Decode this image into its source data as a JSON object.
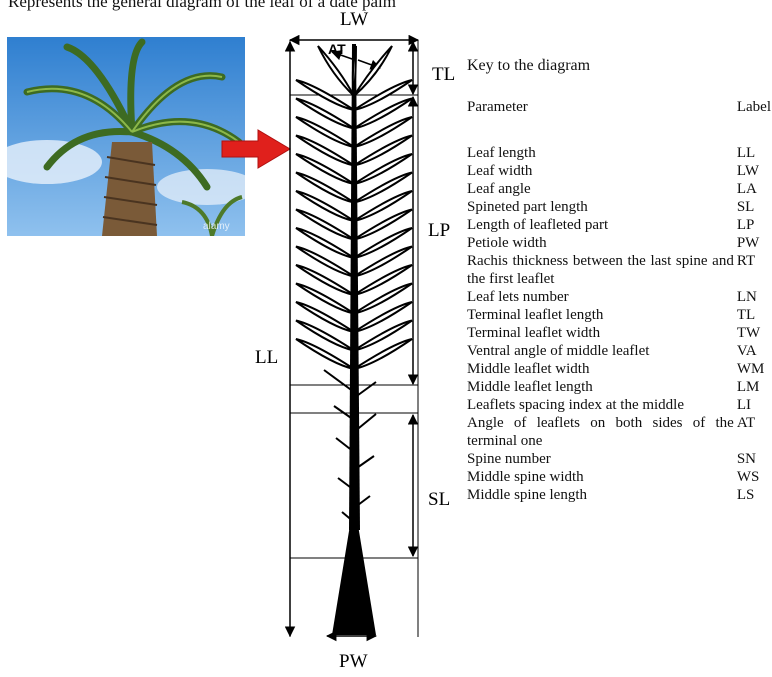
{
  "top_text": "Represents the general diagram of the leaf of a date palm",
  "photo": {
    "watermark": "alamy"
  },
  "diagram": {
    "dim_labels": {
      "LW": "LW",
      "AT": "AT",
      "TL": "TL",
      "LP": "LP",
      "LL": "LL",
      "SL": "SL",
      "PW": "PW"
    }
  },
  "key": {
    "title": "Key to the diagram",
    "header": {
      "parameter": "Parameter",
      "label": "Label"
    },
    "rows": [
      {
        "parameter": "Leaf length",
        "label": "LL"
      },
      {
        "parameter": "Leaf width",
        "label": "LW"
      },
      {
        "parameter": "Leaf angle",
        "label": "LA"
      },
      {
        "parameter": "Spineted part length",
        "label": "SL"
      },
      {
        "parameter": "Length of leafleted part",
        "label": "LP"
      },
      {
        "parameter": "Petiole width",
        "label": "PW"
      },
      {
        "parameter": "Rachis thickness between the last spine and the first leaflet",
        "label": "RT"
      },
      {
        "parameter": "Leaf lets number",
        "label": "LN"
      },
      {
        "parameter": "Terminal leaflet length",
        "label": "TL"
      },
      {
        "parameter": "Terminal leaflet width",
        "label": "TW"
      },
      {
        "parameter": "Ventral angle of middle leaflet",
        "label": "VA"
      },
      {
        "parameter": "Middle leaflet width",
        "label": "WM"
      },
      {
        "parameter": "Middle leaflet length",
        "label": "LM"
      },
      {
        "parameter": "Leaflets spacing index at the middle",
        "label": "LI"
      },
      {
        "parameter": "Angle of leaflets on both sides of the terminal one",
        "label": "AT"
      },
      {
        "parameter": "Spine number",
        "label": "SN"
      },
      {
        "parameter": "Middle spine width",
        "label": "WS"
      },
      {
        "parameter": "Middle spine length",
        "label": "LS"
      }
    ]
  },
  "colors": {
    "arrow": "#e0201c",
    "sky": "#3f8fd8",
    "ink": "#000000"
  }
}
